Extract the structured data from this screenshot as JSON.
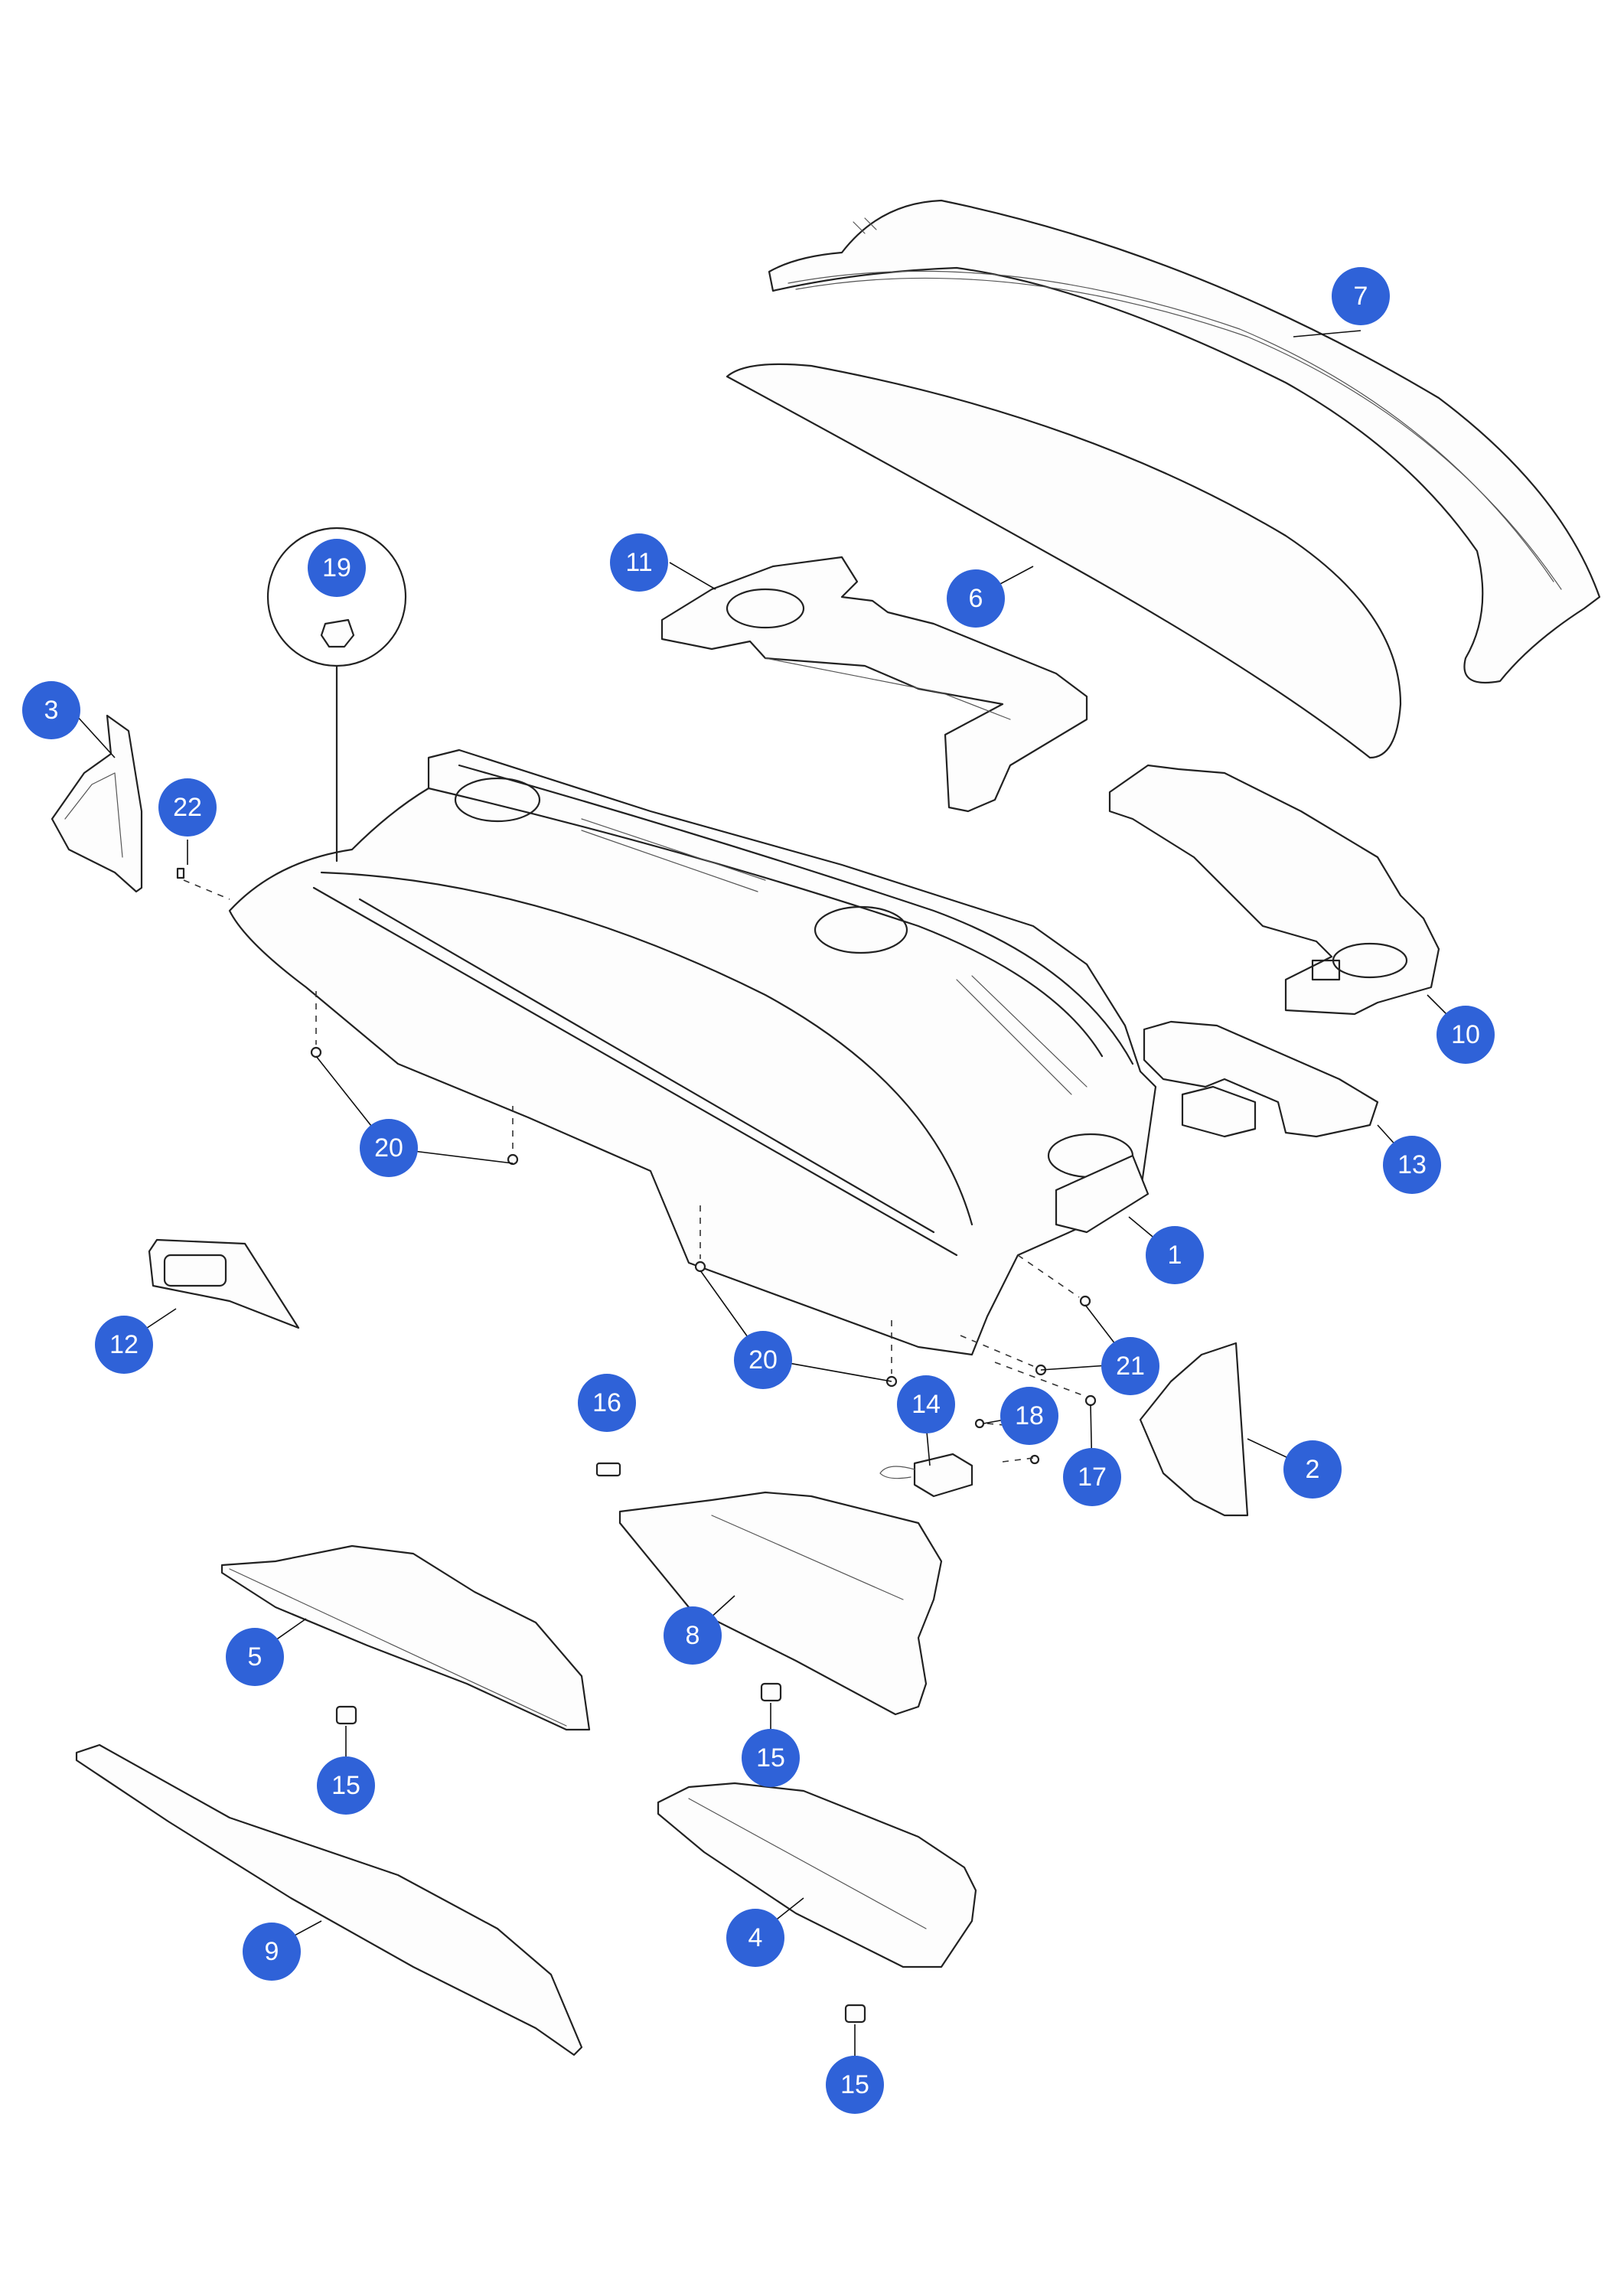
{
  "diagram": {
    "callouts": [
      {
        "label": "1"
      },
      {
        "label": "2"
      },
      {
        "label": "3"
      },
      {
        "label": "4"
      },
      {
        "label": "5"
      },
      {
        "label": "6"
      },
      {
        "label": "7"
      },
      {
        "label": "8"
      },
      {
        "label": "9"
      },
      {
        "label": "10"
      },
      {
        "label": "11"
      },
      {
        "label": "12"
      },
      {
        "label": "13"
      },
      {
        "label": "14"
      },
      {
        "label": "15"
      },
      {
        "label": "15"
      },
      {
        "label": "15"
      },
      {
        "label": "16"
      },
      {
        "label": "17"
      },
      {
        "label": "18"
      },
      {
        "label": "19"
      },
      {
        "label": "20"
      },
      {
        "label": "20"
      },
      {
        "label": "21"
      },
      {
        "label": "22"
      }
    ],
    "callout_color": "#2f62d8",
    "line_color": "#222222"
  }
}
